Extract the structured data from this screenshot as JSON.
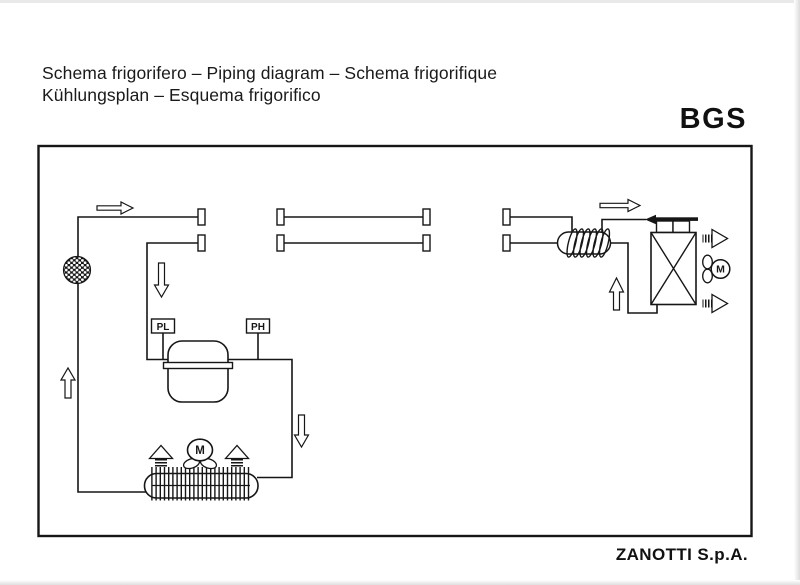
{
  "header": {
    "title_line1": "Schema frigorifero – Piping diagram – Schema frigorifique",
    "title_line2": "Kühlungsplan – Esquema frigorifico",
    "model": "BGS"
  },
  "footer": {
    "brand": "ZANOTTI S.p.A."
  },
  "diagram": {
    "labels": {
      "low_pressure_switch": "PL",
      "high_pressure_switch": "PH",
      "fan_motor": "M"
    },
    "colors": {
      "line": "#161616",
      "background": "#ffffff"
    }
  }
}
